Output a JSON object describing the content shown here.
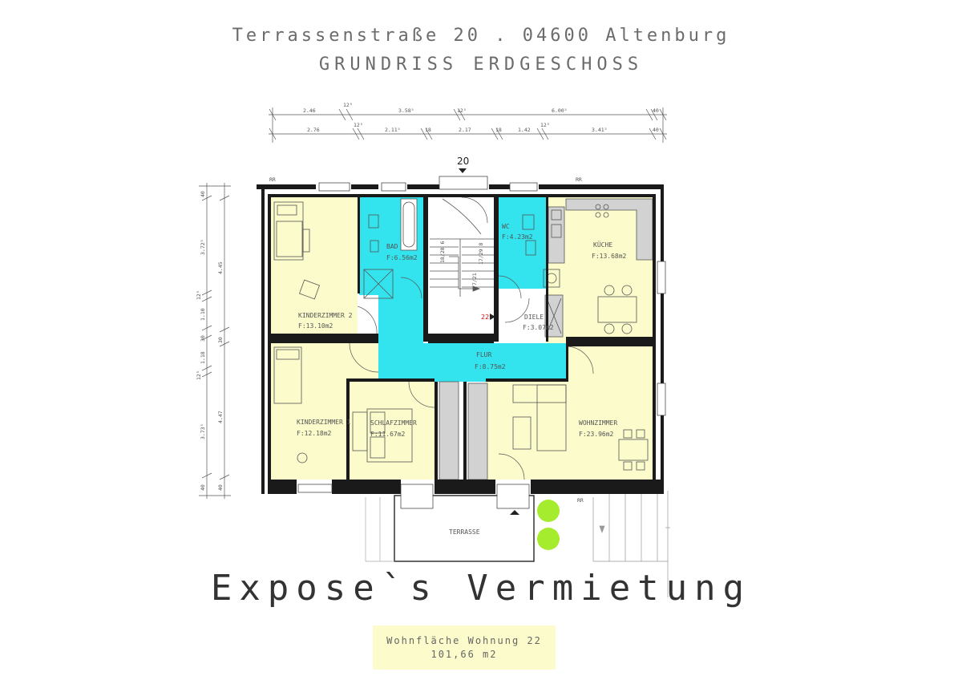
{
  "header": {
    "address": "Terrassenstraße 20 . 04600 Altenburg",
    "plan_title": "GRUNDRISS ERDGESCHOSS"
  },
  "footer": {
    "expose_title": "Expose`s Vermietung",
    "area_label": "Wohnfläche Wohnung 22",
    "area_value": "101,66 m2"
  },
  "markers": {
    "house_number": "20",
    "unit_number": "22",
    "rr_label": "RR"
  },
  "rooms": {
    "kinderzimmer2": {
      "name": "KINDERZIMMER 2",
      "area": "F:13.10m2"
    },
    "bad": {
      "name": "BAD",
      "area": "F:6.56m2"
    },
    "wc": {
      "name": "WC",
      "area": "F:4.23m2"
    },
    "kueche": {
      "name": "KÜCHE",
      "area": "F:13.68m2"
    },
    "diele": {
      "name": "DIELE",
      "area": "F:3.07m2"
    },
    "flur": {
      "name": "FLUR",
      "area": "F:8.75m2"
    },
    "kinderzimmer1": {
      "name": "KINDERZIMMER 1",
      "area": "F:12.18m2"
    },
    "schlafzimmer": {
      "name": "SCHLAFZIMMER",
      "area": "F:11.67m2"
    },
    "wohnzimmer": {
      "name": "WOHNZIMMER",
      "area": "F:23.96m2"
    },
    "terrasse": {
      "name": "TERRASSE"
    }
  },
  "stairs": {
    "left_flight": "18/28 6",
    "right_flight": "17/29 8",
    "landing": "7/21"
  },
  "dimensions": {
    "top_row1": [
      "2.46",
      "12⁵",
      "3.58⁵",
      "12⁵",
      "6.00⁵",
      "40"
    ],
    "top_row2": [
      "2.76",
      "12⁵",
      "2.11⁵",
      "18",
      "2.17",
      "18",
      "1.42",
      "12⁵",
      "3.41⁵",
      "40"
    ],
    "left_outer": [
      "40",
      "3.72⁵",
      "12⁵",
      "1.10",
      "30",
      "1.18",
      "12⁵",
      "3.73⁵",
      "40"
    ],
    "left_inner": [
      "4.45",
      "30",
      "4.47",
      "40"
    ]
  },
  "colors": {
    "room_fill": "#fbfbcb",
    "wet_room_fill": "#33e3ed",
    "wall": "#1a1a1a",
    "tree": "#a6ec2e",
    "counter": "#d2d2d2"
  }
}
